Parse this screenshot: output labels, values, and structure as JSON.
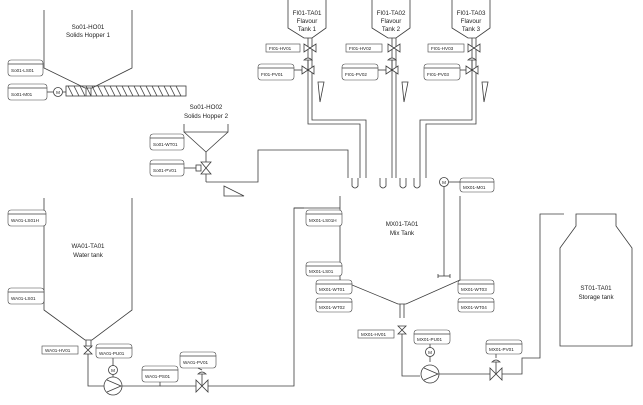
{
  "tanks": {
    "solids_hopper_1": {
      "id": "So01-HO01",
      "name": "Solids Hopper 1"
    },
    "solids_hopper_2": {
      "id": "So01-HO02",
      "name": "Solids Hopper 2"
    },
    "flavour_tank_1": {
      "id": "FI01-TA01",
      "name1": "Flavour",
      "name2": "Tank 1"
    },
    "flavour_tank_2": {
      "id": "FI01-TA02",
      "name1": "Flavour",
      "name2": "Tank 2"
    },
    "flavour_tank_3": {
      "id": "FI01-TA03",
      "name1": "Flavour",
      "name2": "Tank 3"
    },
    "mix_tank": {
      "id": "MX01-TA01",
      "name": "Mix Tank"
    },
    "water_tank": {
      "id": "WA01-TA01",
      "name": "Water tank"
    },
    "storage_tank": {
      "id": "ST01-TA01",
      "name": "Storage tank"
    }
  },
  "tags": {
    "so01_ls01": "So01-LS01",
    "so01_m01": "So01-M01",
    "so01_wt01": "So01-WT01",
    "so01_pv01": "So01-PV01",
    "fi01_hv01": "FI01-HV01",
    "fi01_hv02": "FI01-HV02",
    "fi01_hv03": "FI01-HV03",
    "fi01_pv01": "FI01-PV01",
    "fi01_pv02": "FI01-PV02",
    "fi01_pv03": "FI01-PV03",
    "mx01_m01": "MX01-M01",
    "mx01_ls01h": "MX01-LS01H",
    "mx01_ls01": "MX01-LS01",
    "mx01_wt01": "MX01-WT01",
    "mx01_wt02": "MX01-WT02",
    "mx01_wt03": "MX01-WT03",
    "mx01_wt04": "MX01-WT04",
    "mx01_hv01": "MX01-HV01",
    "mx01_pu01": "MX01-PU01",
    "mx01_pv01": "MX01-PV01",
    "wa01_ls01h": "WA01-LS01H",
    "wa01_ls01": "WA01-LS01",
    "wa01_hv01": "WA01-HV01",
    "wa01_pu01": "WA01-PU01",
    "wa01_pv01": "WA01-PV01",
    "wa01_ps01": "WA01-PS01"
  },
  "symbols": {
    "motor_letter": "M"
  }
}
